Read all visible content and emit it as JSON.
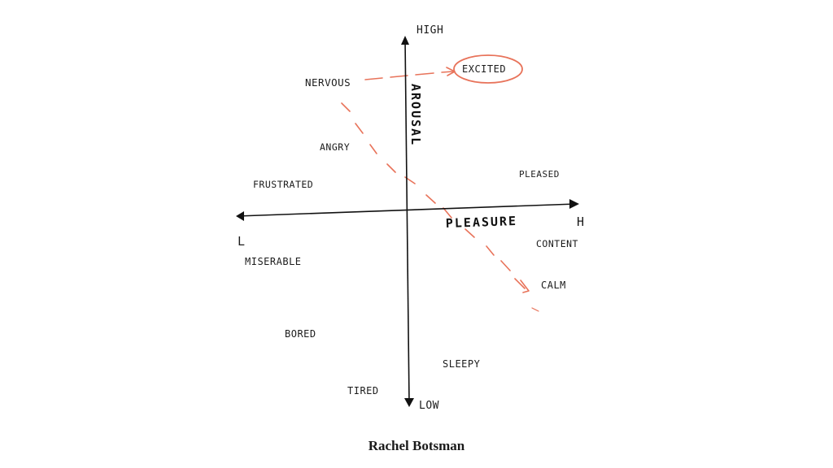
{
  "diagram": {
    "axes": {
      "vertical": {
        "label": "AROUSAL",
        "top_label": "HIGH",
        "bottom_label": "LOW"
      },
      "horizontal": {
        "label": "PLEASURE",
        "left_label": "L",
        "right_label": "H"
      }
    },
    "emotions": {
      "excited": "EXCITED",
      "nervous": "NERVOUS",
      "angry": "ANGRY",
      "pleased": "PLEASED",
      "frustrated": "FRUSTRATED",
      "content": "CONTENT",
      "miserable": "MISERABLE",
      "calm": "CALM",
      "bored": "BORED",
      "sleepy": "SLEEPY",
      "tired": "TIRED"
    },
    "highlight": {
      "circled": "EXCITED",
      "accent_color": "#e8735a"
    }
  },
  "credit": "Rachel Botsman"
}
